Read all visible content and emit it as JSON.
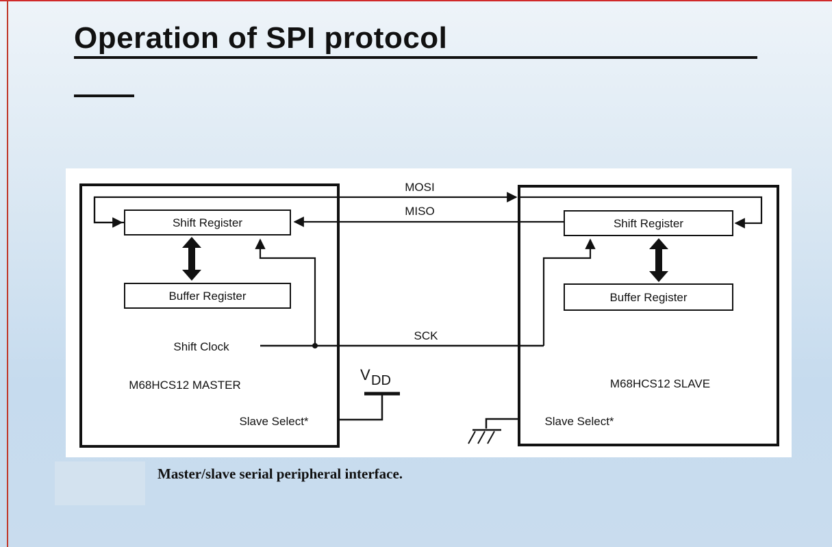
{
  "slide": {
    "title": "Operation of SPI protocol",
    "caption": "Master/slave serial peripheral interface."
  },
  "diagram": {
    "signals": {
      "mosi": "MOSI",
      "miso": "MISO",
      "sck": "SCK",
      "vdd_main": "V",
      "vdd_sub": "DD"
    },
    "master": {
      "name": "M68HCS12 MASTER",
      "shift_register": "Shift Register",
      "buffer_register": "Buffer Register",
      "shift_clock": "Shift Clock",
      "slave_select": "Slave Select*"
    },
    "slave": {
      "name": "M68HCS12 SLAVE",
      "shift_register": "Shift Register",
      "buffer_register": "Buffer Register",
      "slave_select": "Slave Select*"
    }
  },
  "colors": {
    "line": "#111111",
    "title_rule": "#111111",
    "accent_border": "#d02a2a"
  }
}
